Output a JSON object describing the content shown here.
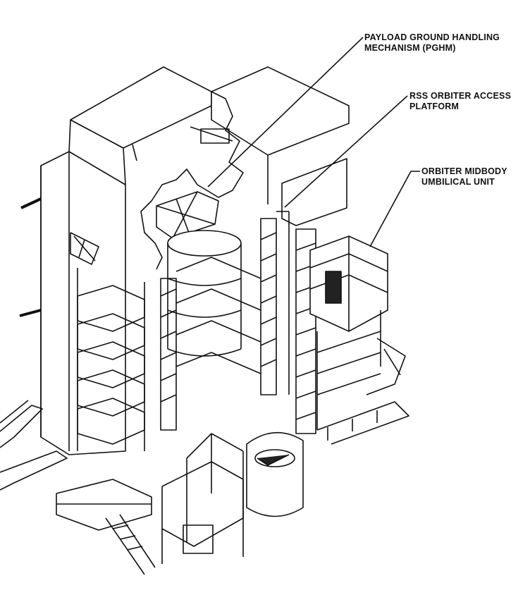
{
  "callouts": {
    "pghm": {
      "line1": "PAYLOAD GROUND HANDLING",
      "line2": "MECHANISM (PGHM)"
    },
    "rss_platform": {
      "line1": "RSS ORBITER ACCESS",
      "line2": "PLATFORM"
    },
    "midbody_umbilical": {
      "line1": "ORBITER MIDBODY",
      "line2": "UMBILICAL UNIT"
    }
  },
  "style": {
    "ink_color": "#111111",
    "background_color": "#ffffff"
  }
}
